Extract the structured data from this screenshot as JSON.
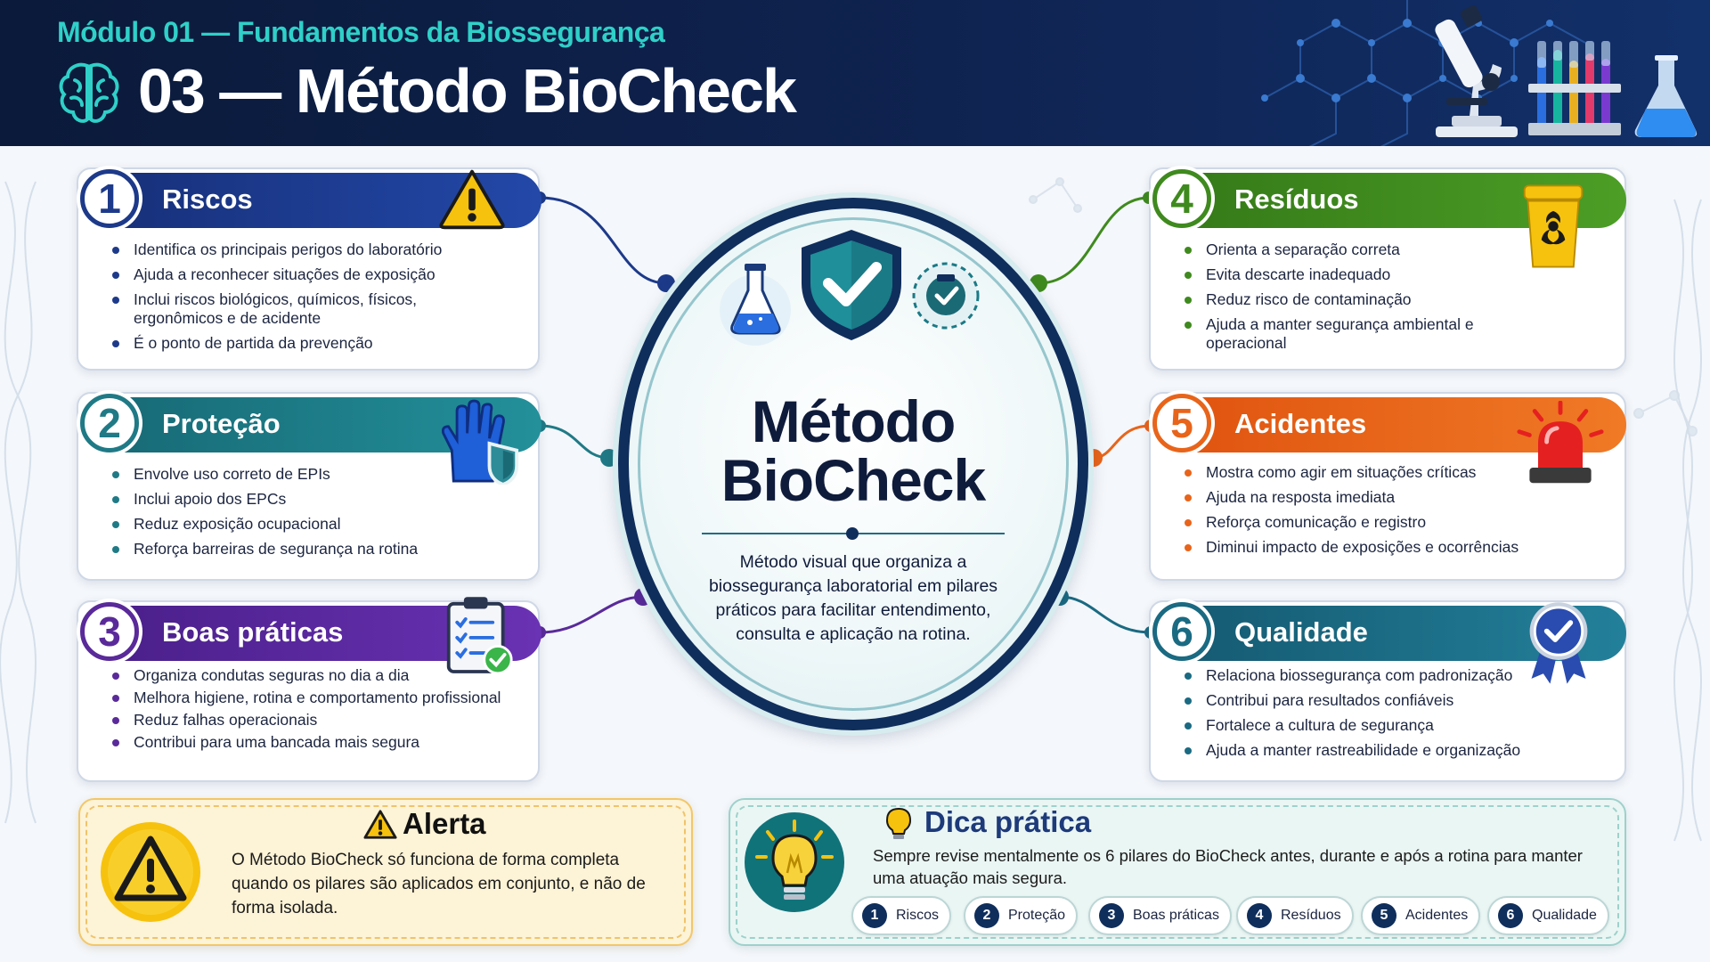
{
  "header": {
    "module": "Módulo 01 — Fundamentos da Biossegurança",
    "title": "03 — Método BioCheck"
  },
  "center": {
    "title_line1": "Método",
    "title_line2": "BioCheck",
    "description": "Método visual que organiza a biossegurança laboratorial em pilares práticos para facilitar entendimento, consulta e aplicação na rotina."
  },
  "pillars": [
    {
      "number": "1",
      "title": "Riscos",
      "color": "#1d3a8a",
      "icon": "warning-triangle-icon",
      "items": [
        "Identifica os principais perigos do laboratório",
        "Ajuda a reconhecer situações de exposição",
        "Inclui riscos biológicos, químicos, físicos, ergonômicos e de acidente",
        "É o ponto de partida da prevenção"
      ]
    },
    {
      "number": "2",
      "title": "Proteção",
      "color": "#1f7a86",
      "icon": "glove-shield-icon",
      "items": [
        "Envolve uso correto de EPIs",
        "Inclui apoio dos EPCs",
        "Reduz exposição ocupacional",
        "Reforça barreiras de segurança na rotina"
      ]
    },
    {
      "number": "3",
      "title": "Boas práticas",
      "color": "#5a2a9a",
      "icon": "clipboard-check-icon",
      "items": [
        "Organiza condutas seguras no dia a dia",
        "Melhora higiene, rotina e comportamento profissional",
        "Reduz falhas operacionais",
        "Contribui para uma bancada mais segura"
      ]
    },
    {
      "number": "4",
      "title": "Resíduos",
      "color": "#3f8a1e",
      "icon": "biohazard-bin-icon",
      "items": [
        "Orienta a separação correta",
        "Evita descarte inadequado",
        "Reduz risco de contaminação",
        "Ajuda a manter segurança ambiental e operacional"
      ]
    },
    {
      "number": "5",
      "title": "Acidentes",
      "color": "#e8641a",
      "icon": "siren-icon",
      "items": [
        "Mostra como agir em situações críticas",
        "Ajuda na resposta imediata",
        "Reforça comunicação e registro",
        "Diminui impacto de exposições e ocorrências"
      ]
    },
    {
      "number": "6",
      "title": "Qualidade",
      "color": "#1a6a82",
      "icon": "quality-badge-icon",
      "items": [
        "Relaciona biossegurança com padronização",
        "Contribui para resultados confiáveis",
        "Fortalece a cultura de segurança",
        "Ajuda a manter rastreabilidade e organização"
      ]
    }
  ],
  "alert": {
    "title": "Alerta",
    "text": "O Método BioCheck só funciona de forma completa quando os pilares são aplicados em conjunto, e não de forma isolada."
  },
  "tip": {
    "title": "Dica prática",
    "text": "Sempre revise mentalmente os 6 pilares do BioCheck antes, durante e após a rotina para manter uma atuação mais segura.",
    "chips": [
      {
        "number": "1",
        "label": "Riscos"
      },
      {
        "number": "2",
        "label": "Proteção"
      },
      {
        "number": "3",
        "label": "Boas práticas"
      },
      {
        "number": "4",
        "label": "Resíduos"
      },
      {
        "number": "5",
        "label": "Acidentes"
      },
      {
        "number": "6",
        "label": "Qualidade"
      }
    ]
  }
}
